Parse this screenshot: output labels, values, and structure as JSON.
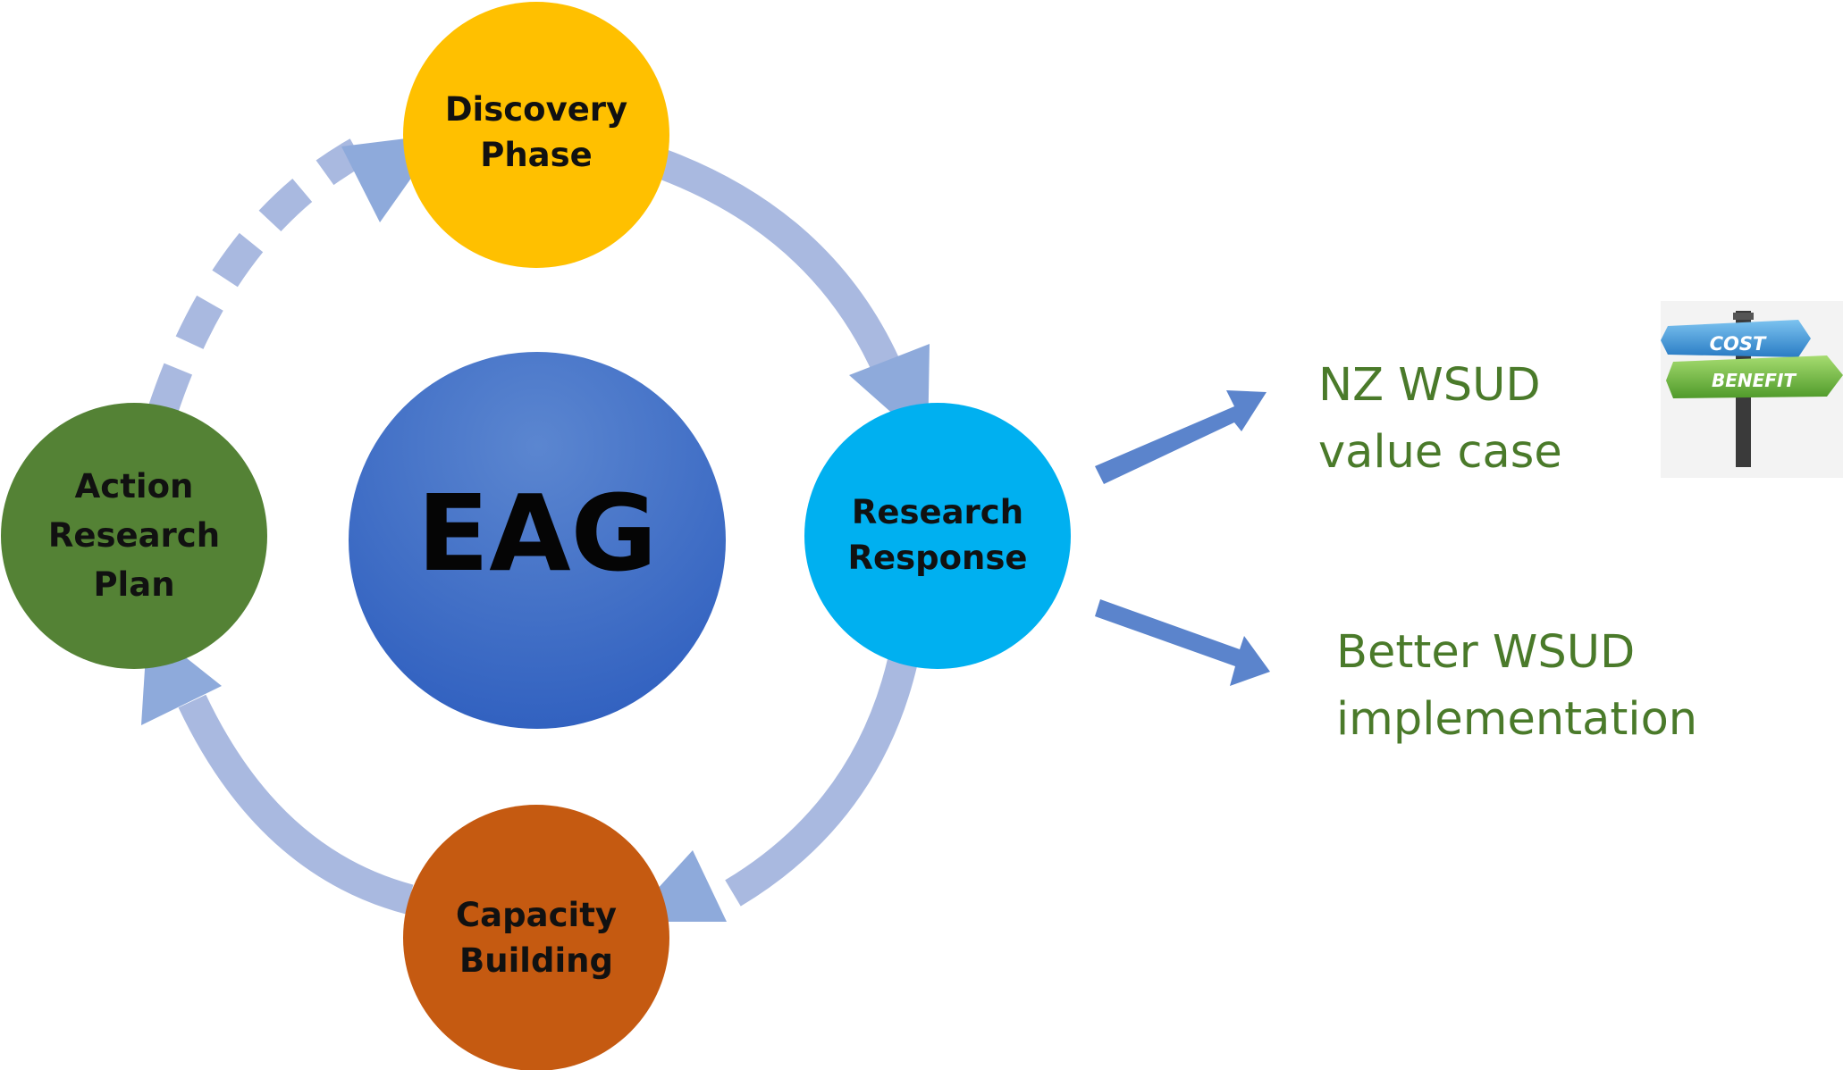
{
  "center": {
    "label": "EAG",
    "color": "#3d6cc4"
  },
  "cycle": {
    "arrow_color": "#a9b9e0",
    "arrowhead_color": "#8eaadb",
    "nodes": [
      {
        "id": "discovery",
        "line1": "Discovery",
        "line2": "Phase",
        "color": "#ffc000"
      },
      {
        "id": "research-response",
        "line1": "Research",
        "line2": "Response",
        "color": "#00b0f0"
      },
      {
        "id": "capacity",
        "line1": "Capacity",
        "line2": "Building",
        "color": "#c55a11"
      },
      {
        "id": "action-plan",
        "line1": "Action",
        "line2": "Research",
        "line3": "Plan",
        "color": "#548235"
      }
    ]
  },
  "outcomes": {
    "arrow_color": "#5b84cc",
    "text_color": "#4a7a2a",
    "items": [
      {
        "line1": "NZ WSUD",
        "line2": "value case"
      },
      {
        "line1": "Better WSUD",
        "line2": "implementation"
      }
    ]
  },
  "signpost": {
    "top_sign": "COST",
    "bottom_sign": "BENEFIT",
    "top_color": "#3a8fd0",
    "bottom_color": "#6cb33e"
  }
}
